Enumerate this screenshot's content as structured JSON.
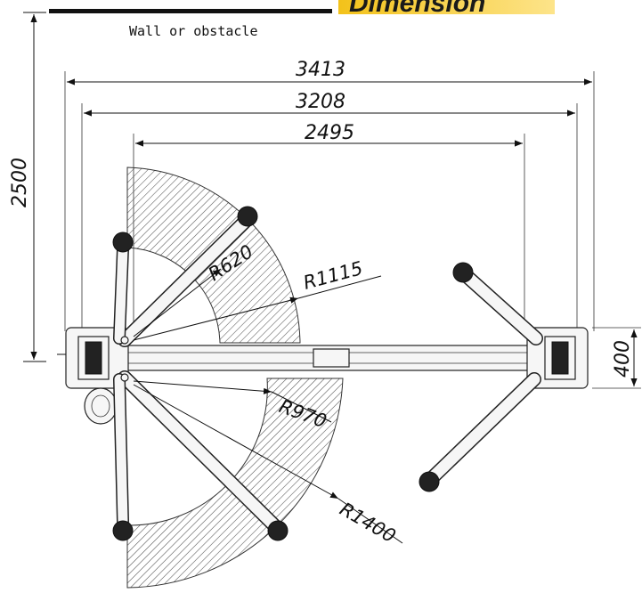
{
  "title": "Dimension",
  "wall_label": "Wall or obstacle",
  "dimensions": {
    "overall_width": "3413",
    "column_outer_width": "3208",
    "inner_width": "2495",
    "height_to_wall": "2500",
    "column_depth": "400"
  },
  "radii": {
    "short_arm_min": "R620",
    "short_arm_max": "R1115",
    "long_arm_min": "R970",
    "long_arm_max": "R1400"
  },
  "colors": {
    "title_banner": "#f3c21a",
    "hatch": "#555555",
    "line": "#111111"
  }
}
